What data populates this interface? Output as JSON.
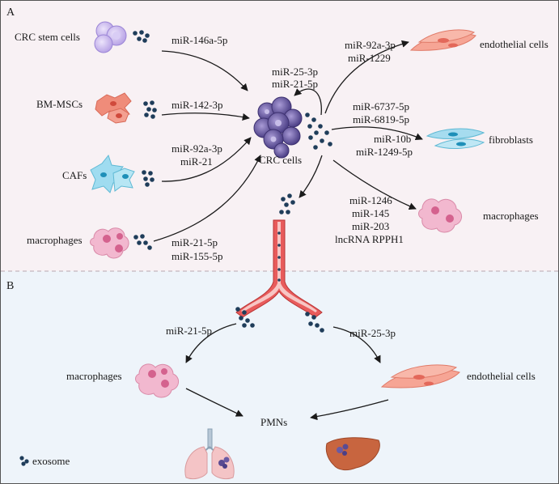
{
  "panels": {
    "a": "A",
    "b": "B"
  },
  "panel_a": {
    "source_crc_stem": {
      "label": "CRC stem cells",
      "mirna": "miR-146a-5p"
    },
    "source_bm_mscs": {
      "label": "BM-MSCs",
      "mirna": "miR-142-3p"
    },
    "source_cafs": {
      "label": "CAFs",
      "mirna_1": "miR-92a-3p",
      "mirna_2": "miR-21"
    },
    "source_macrophages": {
      "label": "macrophages",
      "mirna_1": "miR-21-5p",
      "mirna_2": "miR-155-5p"
    },
    "crc_cells": {
      "label": "CRC cells",
      "self_mirna_1": "miR-25-3p",
      "self_mirna_2": "miR-21-5p"
    },
    "target_endothelial": {
      "label": "endothelial cells",
      "mirna_1": "miR-92a-3p",
      "mirna_2": "miR-1229"
    },
    "target_fibroblasts": {
      "label": "fibroblasts",
      "mirna_1": "miR-6737-5p",
      "mirna_2": "miR-6819-5p",
      "mirna_3": "miR-10b",
      "mirna_4": "miR-1249-5p"
    },
    "target_macrophages": {
      "label": "macrophages",
      "mirna_1": "miR-1246",
      "mirna_2": "miR-145",
      "mirna_3": "miR-203",
      "mirna_4": "lncRNA RPPH1"
    }
  },
  "panel_b": {
    "left_mirna": "miR-21-5p",
    "right_mirna": "miR-25-3p",
    "macrophages": "macrophages",
    "endothelial": "endothelial cells",
    "pmns": "PMNs"
  },
  "legend": {
    "exosome": "exosome"
  },
  "colors": {
    "panel_a_bg": "#f8f1f4",
    "panel_b_bg": "#eef4fa",
    "exosome": "#1f3d5a",
    "stem_cell": "#c9b8ec",
    "msc": "#ef8c7a",
    "caf": "#7fd0e8",
    "macrophage": "#f2b8cf",
    "crc_cluster": "#6a5aa3",
    "vessel": "#d9534f",
    "liver": "#c8653f",
    "lung": "#f4c4c6"
  }
}
